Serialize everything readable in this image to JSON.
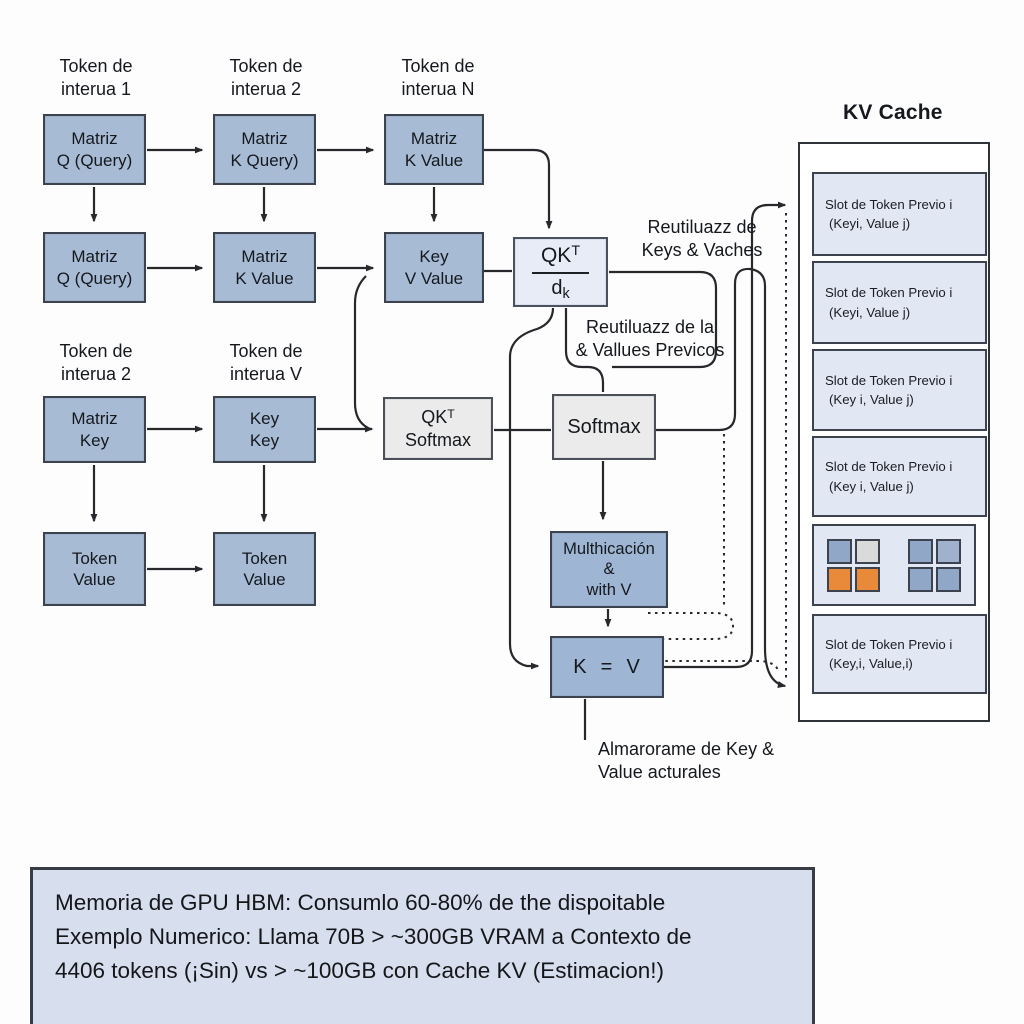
{
  "colors": {
    "box_blue": "#a7bbd5",
    "box_blue_deep": "#9eb5d3",
    "box_gray": "#ebebeb",
    "box_pale": "#e7ecf6",
    "slot_fill": "#e1e8f3",
    "wire": "#26282c",
    "orange": "#e98a3a",
    "square_blue": "#90a7c7",
    "square_blue_light": "#9fb1cc",
    "square_gray": "#dadada",
    "memo_fill": "#d7dfee"
  },
  "top_labels": [
    {
      "lines": "Token de\ninterua 1"
    },
    {
      "lines": "Token de\ninterua 2"
    },
    {
      "lines": "Token de\ninterua N"
    }
  ],
  "mid_labels": [
    {
      "lines": "Token de\ninterua 2"
    },
    {
      "lines": "Token de\ninterua V"
    }
  ],
  "grid_boxes": [
    {
      "name": "matriz-q-query-1",
      "lines": "Matriz\nQ (Query)"
    },
    {
      "name": "matriz-k-query",
      "lines": "Matriz\nK Query)"
    },
    {
      "name": "matriz-k-value-top",
      "lines": "Matriz\nK Value"
    },
    {
      "name": "matriz-q-query-2",
      "lines": "Matriz\nQ (Query)"
    },
    {
      "name": "matriz-k-value-mid",
      "lines": "Matriz\nK Value"
    },
    {
      "name": "key-v-value",
      "lines": "Key\nV Value"
    },
    {
      "name": "matriz-key",
      "lines": "Matriz\nKey"
    },
    {
      "name": "key-key",
      "lines": "Key\nKey"
    },
    {
      "name": "token-value-1",
      "lines": "Token\nValue"
    },
    {
      "name": "token-value-2",
      "lines": "Token\nValue"
    }
  ],
  "formula_box": {
    "num_base": "QK",
    "num_sup": "T",
    "den_base": "d",
    "den_sub": "k"
  },
  "qkt_softmax_box": {
    "line1_base": "QK",
    "line1_sup": "T",
    "line2": "Softmax"
  },
  "softmax_box": {
    "label": "Softmax"
  },
  "mult_box": {
    "lines": "Multhicación\n&\nwith V"
  },
  "kv_box": {
    "label": "K  =  V"
  },
  "annotations": {
    "reuse_keys": "Reutiluazz de\nKeys & Vaches",
    "reuse_values": "Reutiluazz de la\n& Vallues Previcos",
    "store_caption": "Almarorame de Key &\nValue acturales"
  },
  "kv_cache": {
    "title": "KV Cache",
    "slots": [
      {
        "kind": "text",
        "line1": "Slot de Token Previo i",
        "line2": "(Keyi, Value j)"
      },
      {
        "kind": "text",
        "line1": "Slot de Token Previo i",
        "line2": "(Keyi, Value j)"
      },
      {
        "kind": "text",
        "line1": "Slot de Token Previo i",
        "line2": "(Key i, Value j)"
      },
      {
        "kind": "text",
        "line1": "Slot de Token Previo i",
        "line2": "(Key i, Value j)"
      },
      {
        "kind": "squares",
        "left": [
          "#90a7c7",
          "#dadada",
          "#e98a3a",
          "#e98a3a"
        ],
        "right": [
          "#90a7c7",
          "#9fb1cc",
          "#90a7c7",
          "#90a7c7"
        ]
      },
      {
        "kind": "text",
        "line1": "Slot de Token Previo i",
        "line2": "(Key,i, Value,i)"
      }
    ]
  },
  "memo": {
    "lines": [
      "Memoria de GPU HBM: Consumlo 60-80% de the dispoitable",
      "Exemplo Numerico: Llama 70B > ~300GB VRAM a Contexto de",
      "4406 tokens (¡Sin) vs > ~100GB con Cache KV (Estimacion!)"
    ]
  }
}
